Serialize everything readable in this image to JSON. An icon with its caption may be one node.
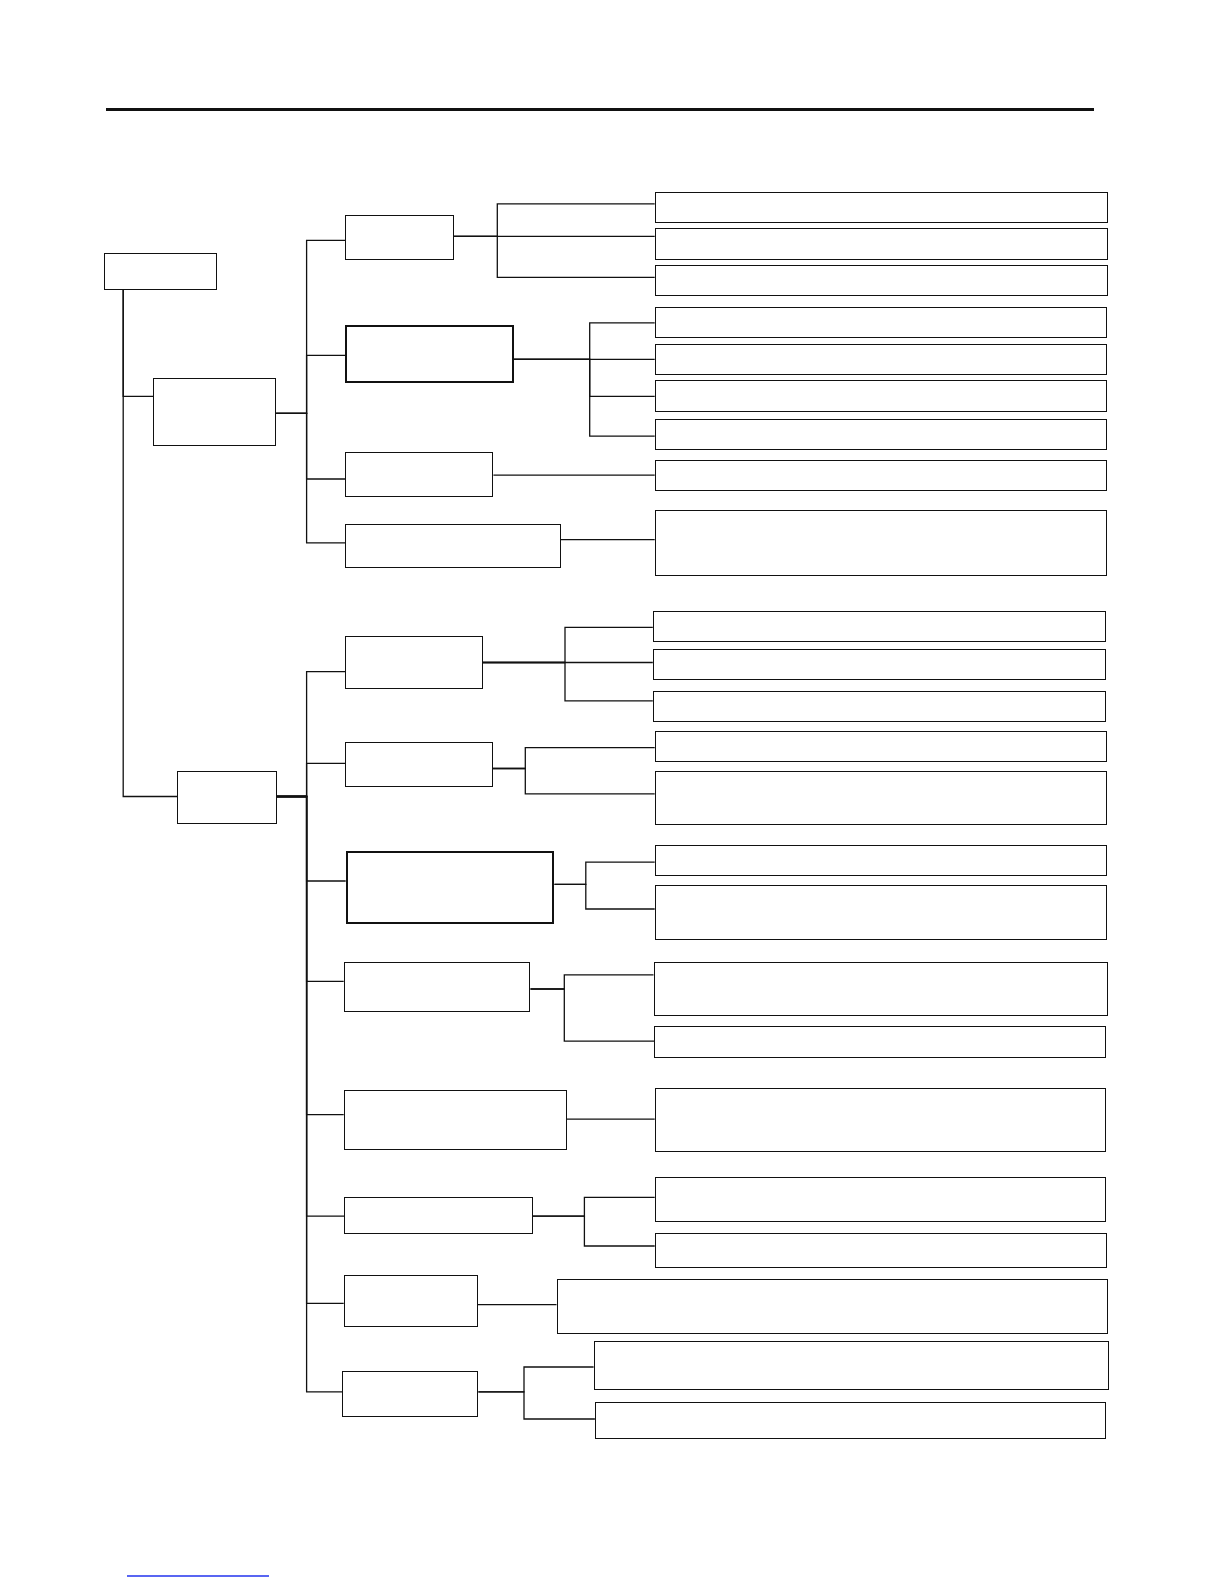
{
  "diagram": {
    "nodes": [
      {
        "text": [],
        "shape": "box"
      },
      {
        "text": [],
        "shape": "box"
      },
      {
        "text": [],
        "shape": "box"
      },
      {
        "text": [],
        "shape": "box"
      },
      {
        "text": [],
        "shape": "box"
      },
      {
        "text": [],
        "shape": "box"
      },
      {
        "text": [],
        "shape": "box"
      },
      {
        "text": [],
        "shape": "box"
      },
      {
        "text": [],
        "shape": "box"
      },
      {
        "text": [],
        "shape": "box"
      },
      {
        "text": [],
        "shape": "box"
      },
      {
        "text": [],
        "shape": "box"
      },
      {
        "text": [],
        "shape": "box"
      },
      {
        "text": [],
        "shape": "box"
      },
      {
        "text": [],
        "shape": "box"
      },
      {
        "text": [],
        "shape": "box"
      },
      {
        "text": [],
        "shape": "box"
      },
      {
        "text": [],
        "shape": "box"
      },
      {
        "text": [],
        "shape": "box"
      },
      {
        "text": [],
        "shape": "box"
      },
      {
        "text": [],
        "shape": "box"
      },
      {
        "text": [],
        "shape": "box"
      },
      {
        "text": [],
        "shape": "box"
      },
      {
        "text": [],
        "shape": "box"
      },
      {
        "text": [],
        "shape": "box"
      },
      {
        "text": [],
        "shape": "box"
      },
      {
        "text": [],
        "shape": "box"
      },
      {
        "text": [],
        "shape": "box"
      },
      {
        "text": [],
        "shape": "box"
      },
      {
        "text": [],
        "shape": "box"
      },
      {
        "text": [],
        "shape": "box"
      },
      {
        "text": [],
        "shape": "box"
      },
      {
        "text": [],
        "shape": "box"
      },
      {
        "text": [],
        "shape": "box"
      },
      {
        "text": [],
        "shape": "box"
      },
      {
        "text": [],
        "shape": "box"
      },
      {
        "text": [],
        "shape": "box"
      },
      {
        "text": [],
        "shape": "box"
      },
      {
        "text": [],
        "shape": "box"
      }
    ],
    "edges": [
      {
        "from": 0,
        "to": 1,
        "arrow": "none"
      },
      {
        "from": 1,
        "to": 2,
        "arrow": "none"
      },
      {
        "from": 2,
        "to": 3,
        "arrow": "none"
      },
      {
        "from": 2,
        "to": 4,
        "arrow": "none"
      },
      {
        "from": 2,
        "to": 5,
        "arrow": "none"
      },
      {
        "from": 1,
        "to": 6,
        "arrow": "none"
      },
      {
        "from": 6,
        "to": 7,
        "arrow": "none"
      },
      {
        "from": 6,
        "to": 8,
        "arrow": "none"
      },
      {
        "from": 6,
        "to": 9,
        "arrow": "none"
      },
      {
        "from": 6,
        "to": 10,
        "arrow": "none"
      },
      {
        "from": 1,
        "to": 11,
        "arrow": "none"
      },
      {
        "from": 11,
        "to": 12,
        "arrow": "none"
      },
      {
        "from": 1,
        "to": 13,
        "arrow": "none"
      },
      {
        "from": 13,
        "to": 14,
        "arrow": "none"
      },
      {
        "from": 0,
        "to": 15,
        "arrow": "none"
      },
      {
        "from": 15,
        "to": 16,
        "arrow": "none"
      },
      {
        "from": 16,
        "to": 17,
        "arrow": "none"
      },
      {
        "from": 16,
        "to": 18,
        "arrow": "none"
      },
      {
        "from": 16,
        "to": 19,
        "arrow": "none"
      },
      {
        "from": 15,
        "to": 20,
        "arrow": "none"
      },
      {
        "from": 20,
        "to": 21,
        "arrow": "none"
      },
      {
        "from": 20,
        "to": 22,
        "arrow": "none"
      },
      {
        "from": 15,
        "to": 23,
        "arrow": "none"
      },
      {
        "from": 23,
        "to": 24,
        "arrow": "none"
      },
      {
        "from": 23,
        "to": 25,
        "arrow": "none"
      },
      {
        "from": 15,
        "to": 26,
        "arrow": "none"
      },
      {
        "from": 26,
        "to": 27,
        "arrow": "none"
      },
      {
        "from": 26,
        "to": 28,
        "arrow": "none"
      },
      {
        "from": 15,
        "to": 29,
        "arrow": "none"
      },
      {
        "from": 29,
        "to": 30,
        "arrow": "none"
      },
      {
        "from": 15,
        "to": 31,
        "arrow": "none"
      },
      {
        "from": 31,
        "to": 32,
        "arrow": "none"
      },
      {
        "from": 31,
        "to": 33,
        "arrow": "none"
      },
      {
        "from": 15,
        "to": 34,
        "arrow": "none"
      },
      {
        "from": 34,
        "to": 35,
        "arrow": "none"
      },
      {
        "from": 15,
        "to": 36,
        "arrow": "none"
      },
      {
        "from": 36,
        "to": 37,
        "arrow": "none"
      },
      {
        "from": 36,
        "to": 38,
        "arrow": "none"
      }
    ]
  }
}
